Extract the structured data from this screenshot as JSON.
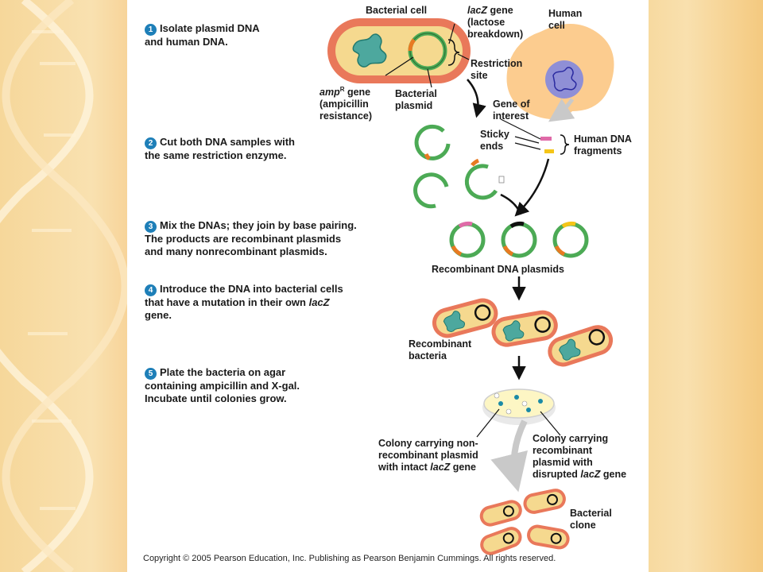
{
  "steps": [
    {
      "num": "1",
      "text": "Isolate plasmid DNA\nand human DNA."
    },
    {
      "num": "2",
      "text": "Cut both DNA samples with\nthe same restriction enzyme."
    },
    {
      "num": "3",
      "text": "Mix the DNAs; they join by base pairing.\nThe products are recombinant plasmids\nand many nonrecombinant plasmids."
    },
    {
      "num": "4",
      "text_before": "Introduce the DNA into bacterial cells\nthat have a mutation in their own ",
      "text_ital": "lacZ",
      "text_after": "\ngene."
    },
    {
      "num": "5",
      "text": "Plate the bacteria on agar\ncontaining ampicillin and X-gal.\nIncubate until colonies grow."
    }
  ],
  "labels": {
    "bacterial_cell": "Bacterial cell",
    "lacz_ital": "lacZ",
    "lacz_rest": " gene\n(lactose\nbreakdown)",
    "human_cell": "Human\ncell",
    "restriction_site": "Restriction\nsite",
    "ampr_ital": "amp",
    "ampr_sup": "R",
    "ampr_rest": " gene\n(ampicillin\nresistance)",
    "bacterial_plasmid": "Bacterial\nplasmid",
    "gene_of_interest": "Gene of\ninterest",
    "sticky_ends": "Sticky\nends",
    "human_dna_fragments": "Human DNA\nfragments",
    "recombinant_plasmids": "Recombinant DNA plasmids",
    "recombinant_bacteria": "Recombinant\nbacteria",
    "colony_nonrecombinant_before": "Colony carrying non-\nrecombinant plasmid\nwith intact ",
    "colony_nonrecombinant_ital": "lacZ",
    "colony_nonrecombinant_after": " gene",
    "colony_recombinant_before": "Colony carrying\nrecombinant\nplasmid with\ndisrupted ",
    "colony_recombinant_ital": "lacZ",
    "colony_recombinant_after": " gene",
    "bacterial_clone": "Bacterial\nclone"
  },
  "footer": "Copyright © 2005 Pearson Education, Inc. Publishing as Pearson Benjamin Cummings. All rights reserved.",
  "colors": {
    "cell_outer": "#e9785a",
    "cell_inner": "#f5d98f",
    "plasmid_green": "#4caa55",
    "amp_orange": "#e87a22",
    "human_cell": "#fbbf73",
    "nucleus": "#8f8fd6",
    "step_badge": "#1e7fb8",
    "colony_blue": "#1a8aa6"
  }
}
